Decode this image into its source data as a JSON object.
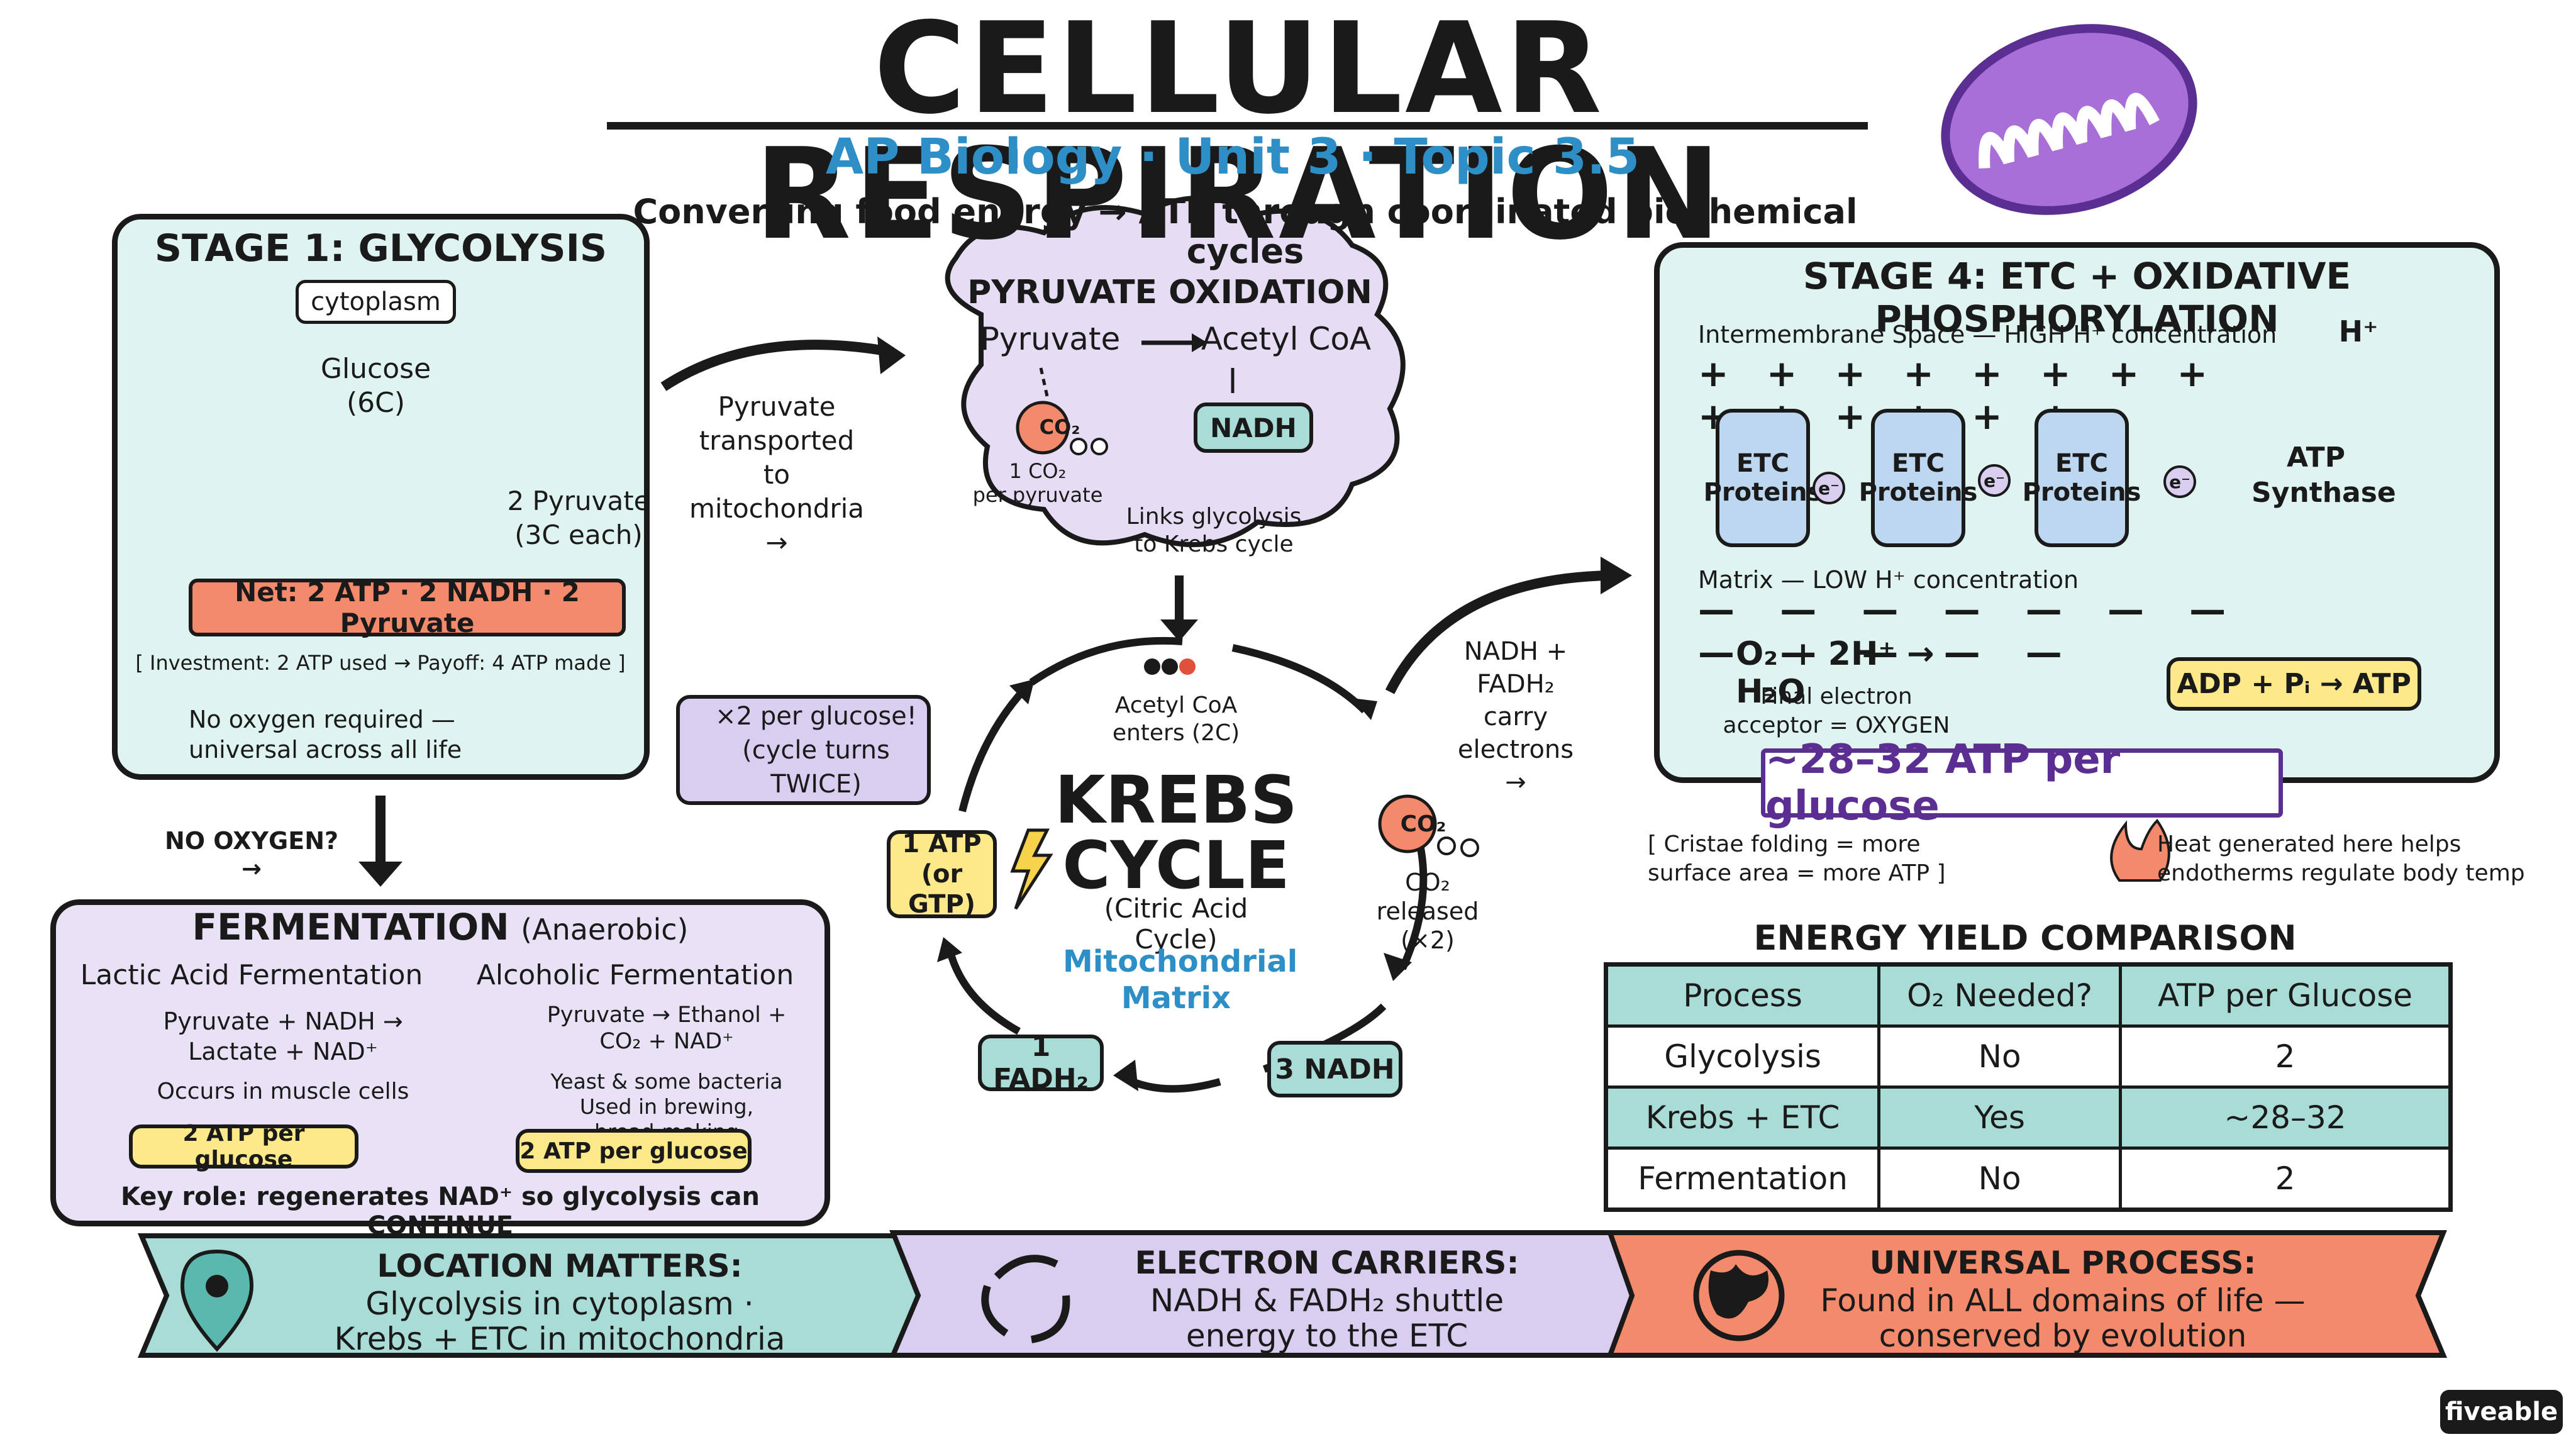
{
  "header": {
    "title": "CELLULAR RESPIRATION",
    "subtitle": "AP Biology · Unit 3 · Topic 3.5",
    "tagline": "Converting food energy → ATP through coordinated biochemical cycles"
  },
  "stage1": {
    "title": "STAGE 1: GLYCOLYSIS",
    "location": "cytoplasm",
    "glucose": "Glucose\n(6C)",
    "pyruvate": "2 Pyruvate\n(3C each)",
    "net": "Net: 2 ATP · 2 NADH · 2 Pyruvate",
    "investment": "[ Investment: 2 ATP used → Payoff: 4 ATP made ]",
    "note": "No oxygen required —\nuniversal across all life"
  },
  "pyruvate_transport": "Pyruvate\ntransported\nto\nmitochondria\n→",
  "pyruvate_oxidation": {
    "title": "PYRUVATE OXIDATION",
    "from": "Pyruvate",
    "to": "Acetyl CoA",
    "nadh": "NADH",
    "co2": "CO₂",
    "co2_note": "1 CO₂\nper pyruvate",
    "links": "Links glycolysis\nto Krebs cycle"
  },
  "krebs": {
    "acetyl": "Acetyl CoA\nenters (2C)",
    "title": "KREBS\nCYCLE",
    "subtitle": "(Citric Acid Cycle)",
    "location": "Mitochondrial\nMatrix",
    "per_glucose": "×2 per glucose!\n(cycle turns TWICE)",
    "atp": "1 ATP\n(or GTP)",
    "fadh": "1 FADH₂",
    "nadh": "3 NADH",
    "co2": "CO₂",
    "co2_released": "CO₂\nreleased\n(×2)",
    "carriers": "NADH +\nFADH₂\ncarry\nelectrons →"
  },
  "fermentation": {
    "no_oxygen": "NO OXYGEN? →",
    "title": "FERMENTATION",
    "title_note": "(Anaerobic)",
    "lactic_title": "Lactic Acid Fermentation",
    "lactic_eq": "Pyruvate + NADH →\nLactate + NAD⁺",
    "lactic_note": "Occurs in muscle cells",
    "lactic_yield": "2 ATP per glucose",
    "alc_title": "Alcoholic Fermentation",
    "alc_eq": "Pyruvate → Ethanol +\nCO₂ + NAD⁺",
    "alc_note": "Yeast & some bacteria\nUsed in brewing,\nbread-making",
    "alc_yield": "2 ATP per glucose",
    "key": "Key role: regenerates NAD⁺ so glycolysis can CONTINUE"
  },
  "stage4": {
    "title": "STAGE 4: ETC + OXIDATIVE PHOSPHORYLATION",
    "ims": "Intermembrane Space — HIGH H⁺ concentration",
    "h_plus": "H⁺",
    "plus_row": "+ + + + + + + + + + + + + +",
    "etc_label": "ETC\nProteins",
    "eminus": "e⁻",
    "atp_synthase": "ATP\nSynthase",
    "matrix": "Matrix — LOW H⁺ concentration",
    "minus_row": "— — — — — — — — — — — —",
    "o2_eq": "O₂ + 2H⁺ → H₂O",
    "final_acceptor": "Final electron\nacceptor = OXYGEN",
    "adp": "ADP + Pᵢ → ATP",
    "yield": "~28–32 ATP per glucose",
    "cristae": "[ Cristae folding = more\nsurface area = more ATP ]",
    "heat": "Heat generated here helps\nendotherms regulate body temp"
  },
  "table": {
    "title": "ENERGY YIELD COMPARISON",
    "headers": [
      "Process",
      "O₂ Needed?",
      "ATP per Glucose"
    ],
    "rows": [
      [
        "Glycolysis",
        "No",
        "2"
      ],
      [
        "Krebs + ETC",
        "Yes",
        "~28–32"
      ],
      [
        "Fermentation",
        "No",
        "2"
      ]
    ]
  },
  "banners": {
    "location_title": "LOCATION MATTERS:",
    "location_body": "Glycolysis in cytoplasm ·\nKrebs + ETC in mitochondria",
    "carriers_title": "ELECTRON CARRIERS:",
    "carriers_body": "NADH & FADH₂ shuttle\nenergy to the ETC",
    "universal_title": "UNIVERSAL PROCESS:",
    "universal_body": "Found in ALL domains of life —\nconserved by evolution"
  },
  "brand": "fiveable",
  "colors": {
    "teal": "#a9dcd6",
    "lavender": "#d9cdf0",
    "salmon": "#f28a6b",
    "yellow": "#fde98a",
    "purple": "#5b2e91",
    "blue": "#2e8fc7"
  }
}
